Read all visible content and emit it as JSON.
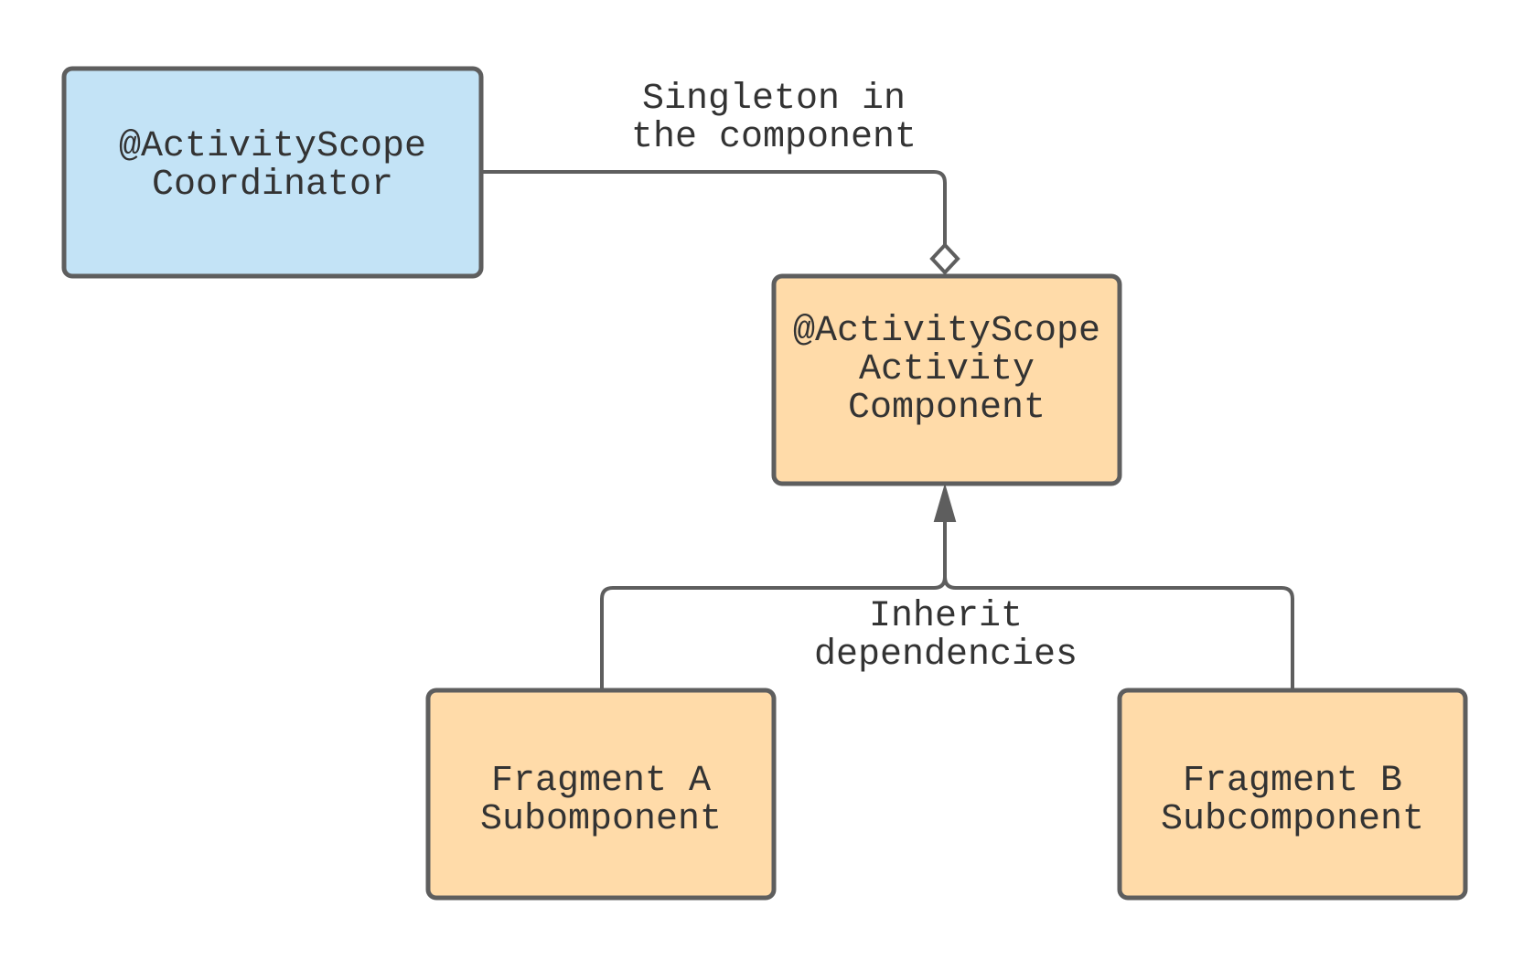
{
  "nodes": {
    "coordinator": {
      "lines": [
        "@ActivityScope",
        "Coordinator"
      ],
      "fill": "#c3e3f6"
    },
    "activity_component": {
      "lines": [
        "@ActivityScope",
        "Activity",
        "Component"
      ],
      "fill": "#ffdba9"
    },
    "fragment_a": {
      "lines": [
        "Fragment A",
        "Subomponent"
      ],
      "fill": "#ffdba9"
    },
    "fragment_b": {
      "lines": [
        "Fragment B",
        "Subcomponent"
      ],
      "fill": "#ffdba9"
    }
  },
  "edges": {
    "singleton": {
      "lines": [
        "Singleton in",
        "the component"
      ]
    },
    "inherit": {
      "lines": [
        "Inherit",
        "dependencies"
      ]
    }
  },
  "style": {
    "stroke": "#5e5e5e",
    "text_color": "#333333",
    "background": "#ffffff"
  }
}
